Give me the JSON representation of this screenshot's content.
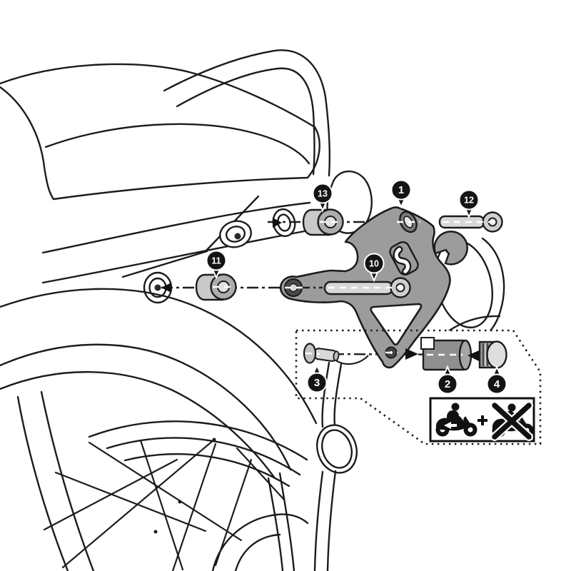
{
  "diagram": {
    "title": "motorcycle-rack-fitting-instruction",
    "type": "exploded-assembly-diagram",
    "callouts": [
      {
        "number": "1",
        "part": "mounting-bracket-plate"
      },
      {
        "number": "2",
        "part": "spacer-sleeve"
      },
      {
        "number": "3",
        "part": "short-flange-bolt"
      },
      {
        "number": "4",
        "part": "ribbed-end-cap"
      },
      {
        "number": "10",
        "part": "long-socket-bolt"
      },
      {
        "number": "11",
        "part": "bushing-spacer"
      },
      {
        "number": "12",
        "part": "socket-bolt"
      },
      {
        "number": "13",
        "part": "bushing-spacer"
      }
    ],
    "legend": {
      "plus_sign": "+",
      "icons": [
        "motorcycle-with-rider-icon",
        "motorcycle-crossed-out-icon"
      ],
      "meaning": "kit parts used with motorcycle only, not with other configuration"
    },
    "colors": {
      "line": "#1c1c1c",
      "bracket_gray": "#9c9c9c",
      "part_light_gray": "#d8d8d8",
      "spacer_gray": "#c9c9c9",
      "sleeve_dark_gray": "#8f8f8f",
      "pin_black": "#141414",
      "background": "#ffffff"
    }
  }
}
